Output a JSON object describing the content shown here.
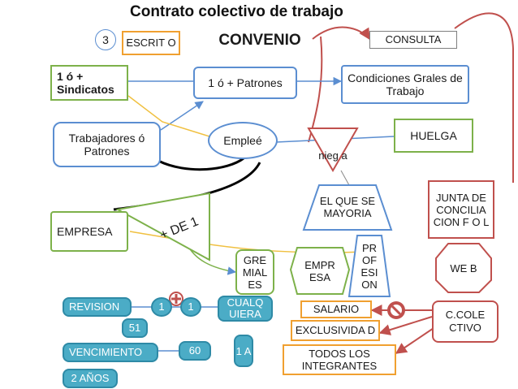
{
  "title": "Contrato colectivo de trabajo",
  "badge_3": "3",
  "escrito": "ESCRIT O",
  "convenio": "CONVENIO",
  "consulta": "CONSULTA",
  "sindicatos": "1 ó + Sindicatos",
  "patrones": "1 ó + Patrones",
  "condiciones": "Condiciones Grales de Trabajo",
  "trabajadores": "Trabajadores ó Patrones",
  "empleo": "Empleé",
  "niega": "nieg a",
  "huelga": "HUELGA",
  "junta": "JUNTA DE CONCILIA CION F O L",
  "mayoria": "EL QUE SE MAYORIA",
  "empresa": "EMPRESA",
  "mas_de_1": "+ DE 1",
  "gremial": "GRE MIAL ES",
  "empresa_short": "EMPR ESA",
  "profesion": "PR OF ESI ON",
  "web": "WE B",
  "revision": "REVISION",
  "num_1a": "1",
  "num_1b": "1",
  "num_51": "51",
  "cualquiera": "CUALQ UIERA",
  "salario": "SALARIO",
  "exclusividad": "EXCLUSIVIDA D",
  "ccolectivo": "C.COLE CTIVO",
  "vencimiento": "VENCIMIENTO",
  "num_60": "60",
  "uno_a": "1 A",
  "todos": "TODOS LOS INTEGRANTES",
  "dos_anos": "2 AÑOS",
  "colors": {
    "green": "#7db14a",
    "blue": "#5b8ed1",
    "red": "#c0504d",
    "orange": "#f0a030",
    "teal": "#4bacc6"
  }
}
